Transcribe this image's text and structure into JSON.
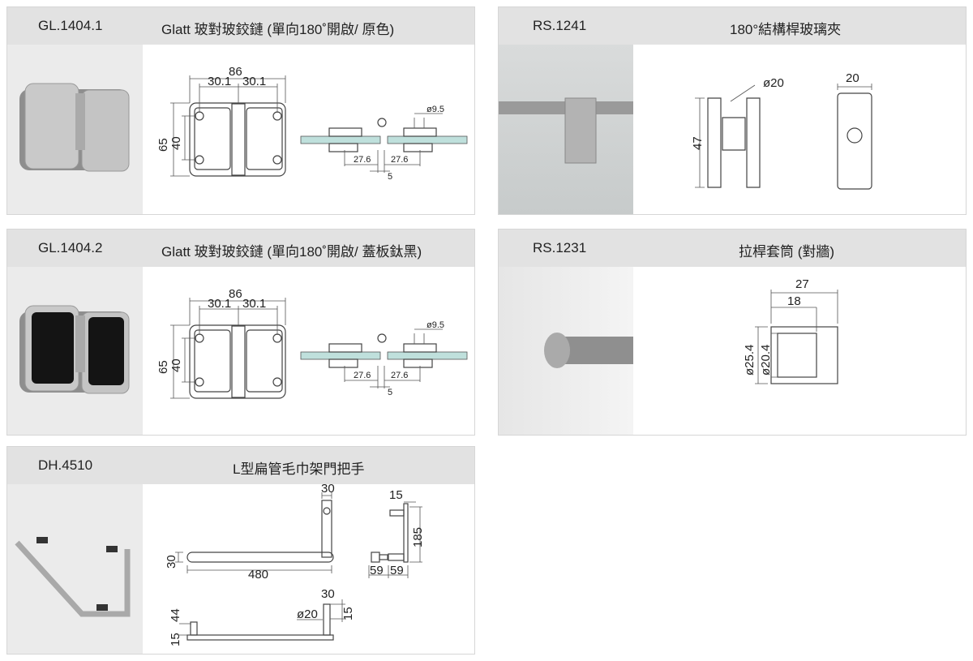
{
  "products": [
    {
      "code": "GL.1404.1",
      "title": "Glatt 玻對玻鉸鏈 (單向180˚開啟/ 原色)",
      "dims": {
        "width": "86",
        "hole_a": "30.1",
        "hole_b": "30.1",
        "height": "65",
        "hole_v": "40",
        "dia": "ø9.5",
        "off_l": "27.6",
        "off_r": "27.6",
        "gap": "5"
      }
    },
    {
      "code": "GL.1404.2",
      "title": "Glatt 玻對玻鉸鏈 (單向180˚開啟/ 蓋板鈦黑)",
      "dims": {
        "width": "86",
        "hole_a": "30.1",
        "hole_b": "30.1",
        "height": "65",
        "hole_v": "40",
        "dia": "ø9.5",
        "off_l": "27.6",
        "off_r": "27.6",
        "gap": "5"
      }
    },
    {
      "code": "DH.4510",
      "title": "L型扁管毛巾架門把手",
      "dims": {
        "top_w": "30",
        "bar_h": "30",
        "length": "480",
        "side_top": "15",
        "side_h": "185",
        "side_a": "59",
        "side_b": "59",
        "b_top": "30",
        "b_15": "15",
        "b_dia": "ø20",
        "b_44": "44",
        "b_15b": "15"
      }
    },
    {
      "code": "RS.1241",
      "title": "180°結構桿玻璃夾",
      "dims": {
        "dia": "ø20",
        "height": "47",
        "width": "20"
      }
    },
    {
      "code": "RS.1231",
      "title": "拉桿套筒 (對牆)",
      "dims": {
        "outer": "27",
        "inner": "18",
        "d1": "ø25.4",
        "d2": "ø20.4"
      }
    }
  ]
}
